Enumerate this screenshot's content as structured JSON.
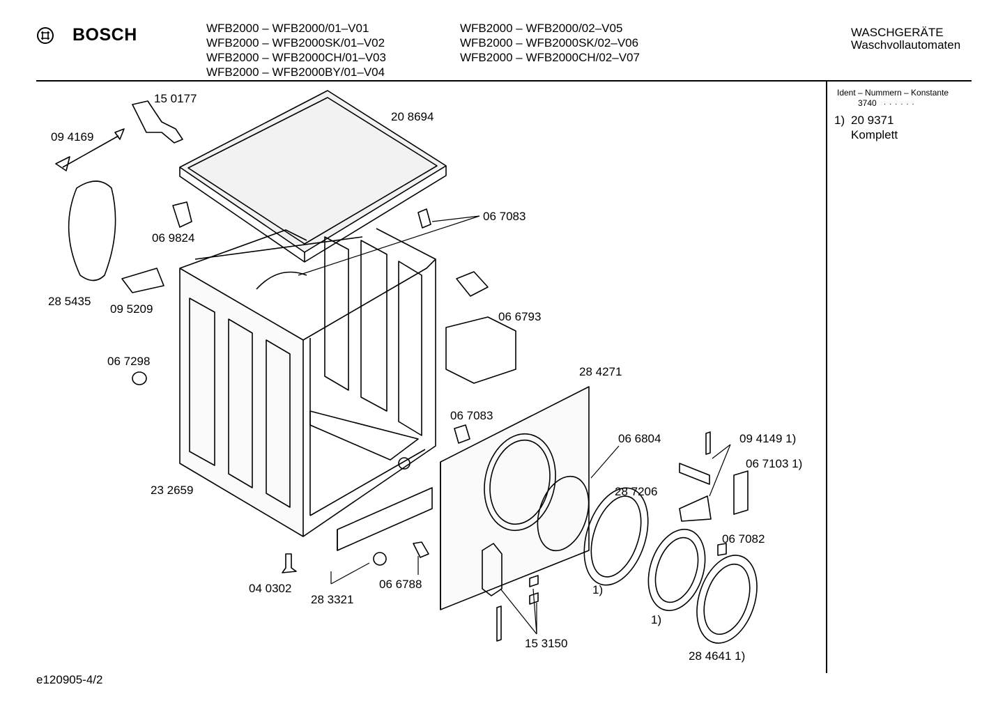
{
  "header": {
    "brand": "BOSCH",
    "models_col1": [
      "WFB2000 – WFB2000/01–V01",
      "WFB2000 – WFB2000SK/01–V02",
      "WFB2000 – WFB2000CH/01–V03",
      "WFB2000 – WFB2000BY/01–V04"
    ],
    "models_col2": [
      "WFB2000 – WFB2000/02–V05",
      "WFB2000 – WFB2000SK/02–V06",
      "WFB2000 – WFB2000CH/02–V07"
    ],
    "category": "WASCHGERÄTE",
    "subcategory": "Waschvollautomaten"
  },
  "sidebar": {
    "heading": "Ident – Nummern – Konstante",
    "constant": "3740",
    "dots": ". .   . . . .",
    "note_marker": "1)",
    "note_number": "20 9371",
    "note_text": "Komplett"
  },
  "parts": {
    "p150177": "15 0177",
    "p094169": "09 4169",
    "p208694": "20 8694",
    "p069824": "06 9824",
    "p067083a": "06 7083",
    "p285435": "28 5435",
    "p095209": "09 5209",
    "p066793": "06 6793",
    "p067298": "06 7298",
    "p284271": "28 4271",
    "p067083b": "06 7083",
    "p066804": "06 6804",
    "p094149": "09 4149 1)",
    "p067103": "06 7103 1)",
    "p287206": "28 7206",
    "p232659": "23 2659",
    "p067082": "06 7082",
    "p040302": "04 0302",
    "p283321": "28 3321",
    "p066788": "06 6788",
    "note1a": "1)",
    "note1b": "1)",
    "p153150": "15 3150",
    "p284641": "28 4641 1)"
  },
  "footer": {
    "doc_id": "e120905-4/2"
  }
}
